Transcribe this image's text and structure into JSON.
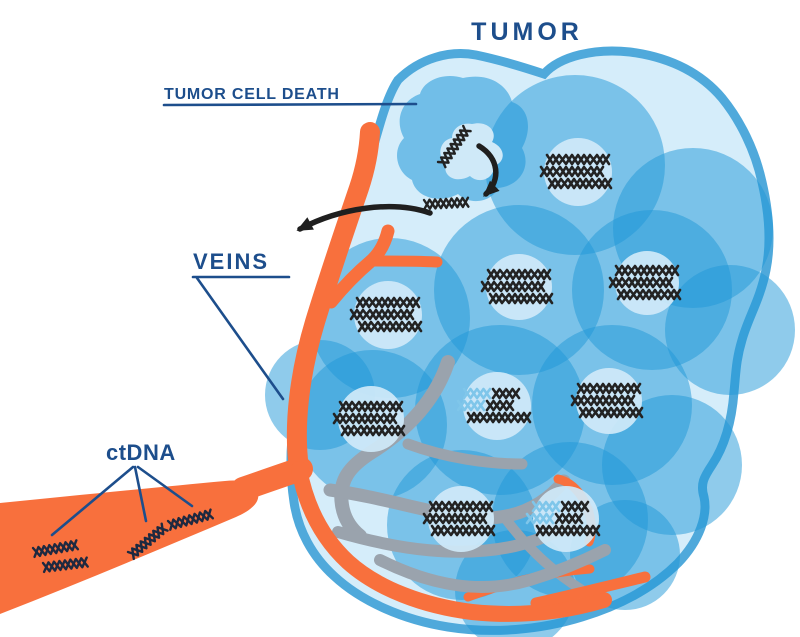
{
  "diagram": {
    "title": "TUMOR",
    "labels": {
      "tumor_cell_death": "TUMOR CELL DEATH",
      "veins": "VEINS",
      "ctdna": "ctDNA"
    },
    "colors": {
      "navy": "#1d4e8c",
      "orange": "#f8703d",
      "tumor_border": "#4fa9db",
      "tumor_fill": "#d5edfa",
      "cell_blue": "#1f97d8",
      "nucleus_fill": "#cfe9f8",
      "gray_vein": "#9aa3ad",
      "dna_dark": "#232323",
      "dna_navy": "#1e2940",
      "dna_light": "#7fc6ea",
      "arrow_black": "#1f1f1f"
    },
    "counts": {
      "tumor_cells_with_nuclei": 9,
      "dna_rows_per_nucleus": 3,
      "ctdna_fragments_in_vein": 4,
      "released_dna_fragments": 2,
      "death_arrows": 2
    },
    "icons": [
      "dna-helix-icon",
      "curved-arrow-icon"
    ]
  }
}
